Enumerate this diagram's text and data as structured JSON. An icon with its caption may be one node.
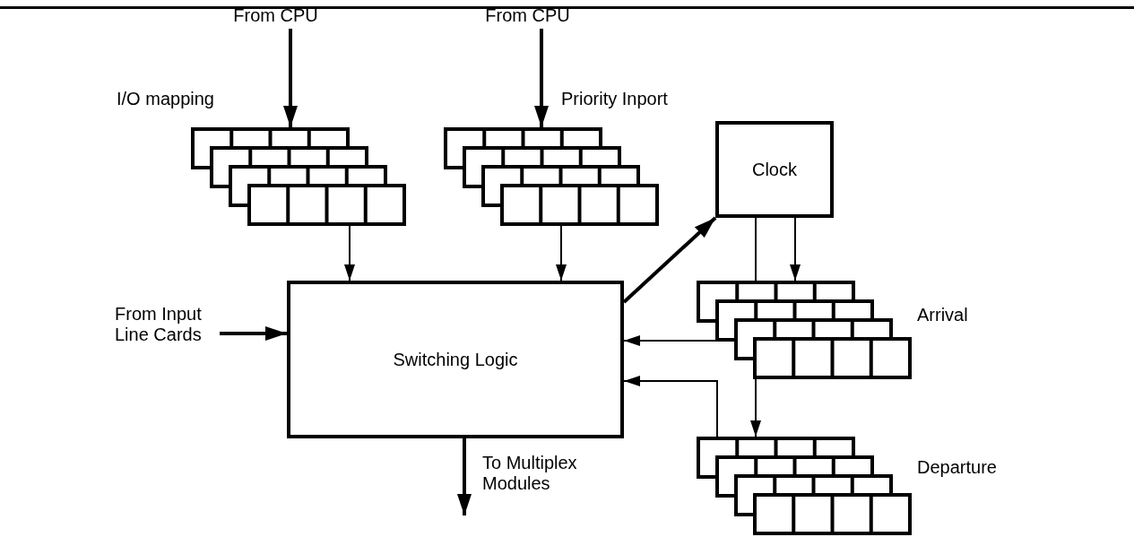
{
  "diagram": {
    "nodes": [
      {
        "text": [
          "From CPU"
        ]
      },
      {
        "text": [
          "From CPU"
        ]
      },
      {
        "text": [],
        "shape": "stack",
        "beside": [
          "I/O mapping"
        ]
      },
      {
        "text": [],
        "shape": "stack",
        "beside": [
          "Priority Inport"
        ]
      },
      {
        "text": [
          "Clock"
        ]
      },
      {
        "text": [
          "Switching Logic"
        ]
      },
      {
        "text": [
          "From Input Line Cards"
        ]
      },
      {
        "text": [],
        "shape": "stack",
        "beside": [
          "Arrival"
        ]
      },
      {
        "text": [],
        "shape": "stack",
        "beside": [
          "Departure"
        ]
      },
      {
        "text": [
          "To Multiplex Modules"
        ]
      }
    ],
    "edges": [
      {
        "from": 0,
        "to": 2,
        "arrow": "to",
        "style": "thick"
      },
      {
        "from": 1,
        "to": 3,
        "arrow": "to",
        "style": "thick"
      },
      {
        "from": 2,
        "to": 5,
        "arrow": "to"
      },
      {
        "from": 3,
        "to": 5,
        "arrow": "to"
      },
      {
        "from": 5,
        "to": 4,
        "arrow": "to",
        "style": "thick"
      },
      {
        "from": 4,
        "to": 7,
        "arrow": "to"
      },
      {
        "from": 4,
        "to": 7,
        "arrow": "none"
      },
      {
        "from": 7,
        "to": 8,
        "arrow": "to"
      },
      {
        "from": 7,
        "to": 5,
        "arrow": "to"
      },
      {
        "from": 8,
        "to": 5,
        "arrow": "to"
      },
      {
        "from": 6,
        "to": 5,
        "arrow": "to",
        "style": "thick"
      },
      {
        "from": 5,
        "to": 9,
        "arrow": "to",
        "style": "thick"
      }
    ]
  }
}
